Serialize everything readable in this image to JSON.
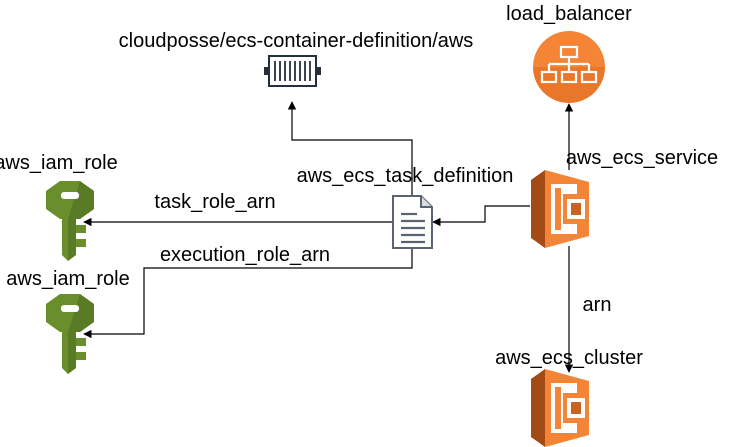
{
  "nodes": {
    "container_definition": {
      "label": "cloudposse/ecs-container-definition/aws",
      "icon": "container-icon"
    },
    "load_balancer": {
      "label": "load_balancer",
      "icon": "load-balancer-icon",
      "color": "#f58536"
    },
    "ecs_service": {
      "label": "aws_ecs_service",
      "icon": "ecs-service-icon",
      "color": "#f58536"
    },
    "task_definition": {
      "label": "aws_ecs_task_definition",
      "icon": "document-icon"
    },
    "iam_role_task": {
      "label": "aws_iam_role",
      "icon": "iam-key-icon",
      "color": "#6b8e2d"
    },
    "iam_role_execution": {
      "label": "aws_iam_role",
      "icon": "iam-key-icon",
      "color": "#6b8e2d"
    },
    "ecs_cluster": {
      "label": "aws_ecs_cluster",
      "icon": "ecs-cluster-icon",
      "color": "#f58536"
    }
  },
  "edges": {
    "task_role_arn": {
      "label": "task_role_arn"
    },
    "execution_role_arn": {
      "label": "execution_role_arn"
    },
    "cluster_arn": {
      "label": "arn"
    }
  }
}
